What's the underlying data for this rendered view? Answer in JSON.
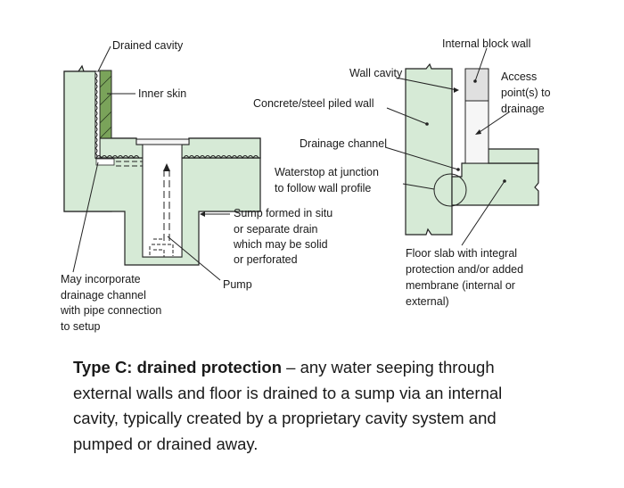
{
  "colors": {
    "concrete": "#d6ead6",
    "inner_skin": "#7aa35a",
    "block_grey": "#e0e0e0",
    "access_white": "#f6f6f6"
  },
  "left_diagram": {
    "drained_cavity": "Drained cavity",
    "inner_skin": "Inner skin",
    "sump": [
      "Sump formed in situ",
      "or separate drain",
      "which may be solid",
      "or perforated"
    ],
    "pump": "Pump",
    "channel": [
      "May incorporate",
      "drainage channel",
      "with pipe connection",
      "to setup"
    ]
  },
  "right_diagram": {
    "internal_block_wall": "Internal block wall",
    "wall_cavity": "Wall cavity",
    "access": [
      "Access",
      "point(s) to",
      "drainage"
    ],
    "piled_wall": "Concrete/steel piled wall",
    "drainage_channel": "Drainage channel",
    "waterstop": [
      "Waterstop at junction",
      "to follow wall profile"
    ],
    "floor_slab": [
      "Floor slab with integral",
      "protection and/or added",
      "membrane (internal or",
      "external)"
    ]
  },
  "caption": {
    "title": "Type C: drained protection",
    "lines": [
      " – any water seeping through",
      "external walls and floor is drained to a sump via an internal",
      "cavity, typically created by a proprietary cavity system and",
      "pumped or drained away."
    ]
  }
}
